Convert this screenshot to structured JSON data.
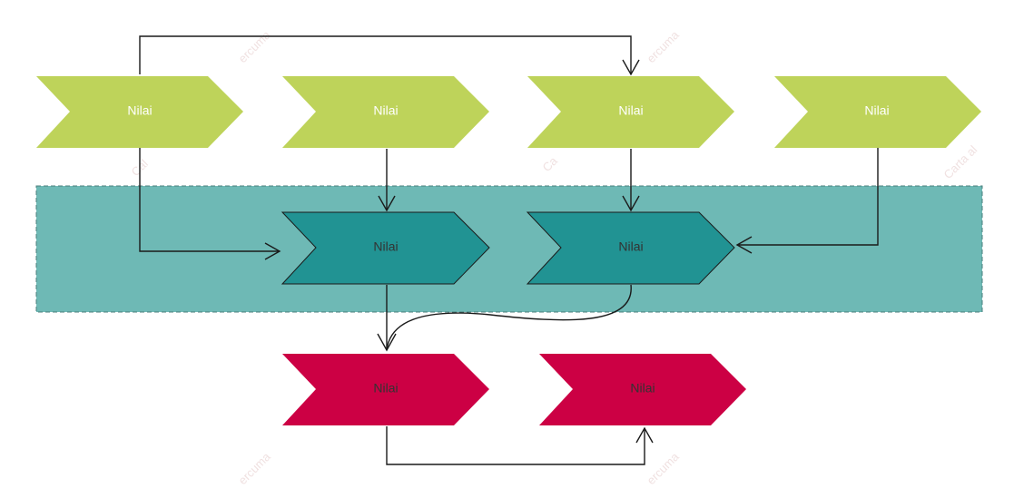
{
  "colors": {
    "top_chevron": "#bed35a",
    "middle_chevron": "#219393",
    "bottom_chevron": "#cc0044",
    "band_fill": "#6eb9b5",
    "band_border": "#4a7f7c",
    "connector": "#1a1a1a",
    "label_light": "#ffffff",
    "label_dark": "#333333"
  },
  "nodes": {
    "top_1": "Nilai",
    "top_2": "Nilai",
    "top_3": "Nilai",
    "top_4": "Nilai",
    "mid_1": "Nilai",
    "mid_2": "Nilai",
    "bot_1": "Nilai",
    "bot_2": "Nilai"
  },
  "watermark": {
    "segment_1": "ercuma",
    "segment_2": "ercuma",
    "segment_3": "ercuma",
    "segment_4": "ercuma",
    "segment_5": "Cal",
    "segment_6": "Ca",
    "segment_7": "Carta al"
  }
}
